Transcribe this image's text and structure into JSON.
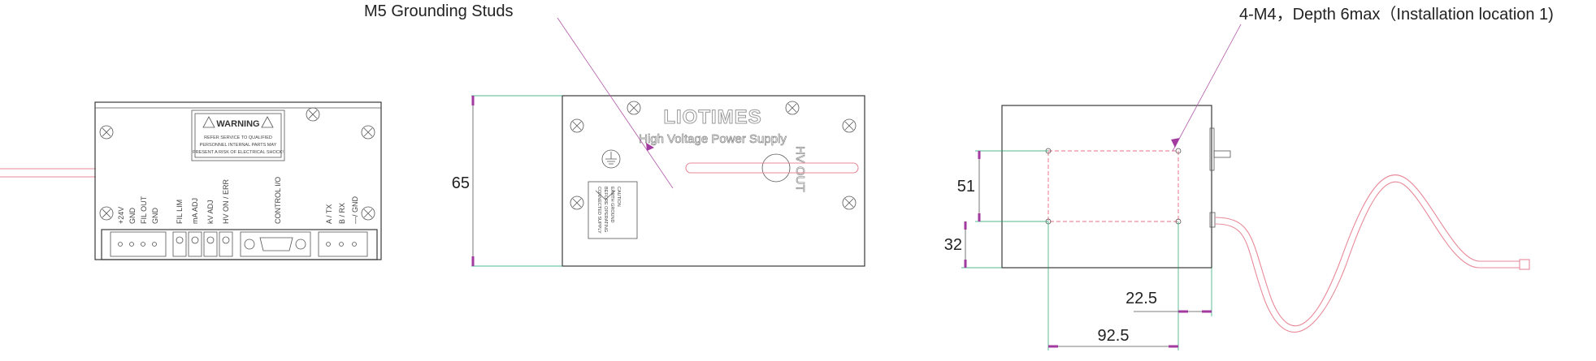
{
  "callouts": {
    "grounding": "M5 Grounding Studs",
    "installation": "4-M4，Depth 6max（Installation location 1)"
  },
  "dimensions": {
    "height_65": "65",
    "d51": "51",
    "d32": "32",
    "d22_5": "22.5",
    "d92_5": "92.5"
  },
  "front_panel": {
    "warning_title": "WARNING",
    "warning_line1": "REFER SERVICE TO QUALIFIED",
    "warning_line2": "PERSONNEL INTERNAL PARTS MAY",
    "warning_line3": "PRESENT A RISK OF ELECTRICAL SHOCK!",
    "pins": [
      "+24V",
      "GND",
      "FIL OUT",
      "GND",
      "FIL LIM",
      "mA ADJ",
      "kV ADJ",
      "HV ON / ERR",
      "CONTROL I/O",
      "A / TX",
      "B / RX",
      "—/ GND"
    ]
  },
  "top_panel": {
    "brand": "LIOTIMES",
    "product": "High Voltage Power Supply",
    "hv_label": "HV OUT",
    "caution_title": "CAUTION",
    "caution_line1": "EARTH GROUND",
    "caution_line2": "BEFORE OPERATING",
    "caution_line3": "CONNECTED SUPPLY"
  },
  "colors": {
    "outline": "#3a3a3a",
    "cable": "#e88a9a",
    "dimension_marker": "#a23aa0",
    "extension_line": "#1aa36a",
    "install_box": "#e04060"
  }
}
